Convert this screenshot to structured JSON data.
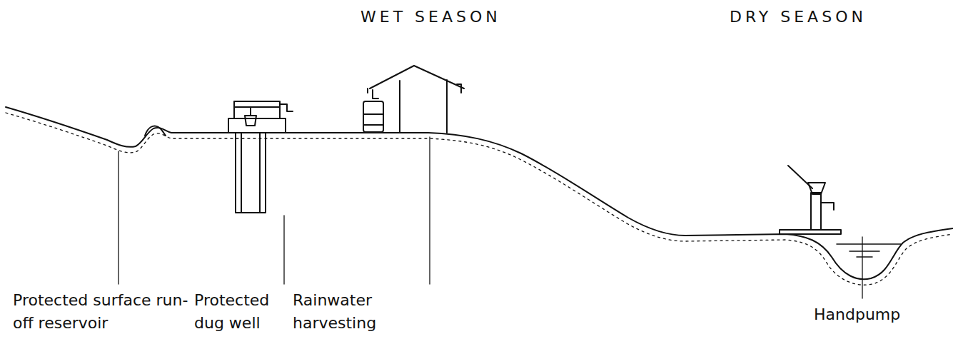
{
  "diagram": {
    "labels": [
      "WET SEASON",
      "DRY SEASON",
      "Protected surface run-off reservoir",
      "Protected dug well",
      "Rainwater harvesting",
      "Handpump"
    ]
  }
}
